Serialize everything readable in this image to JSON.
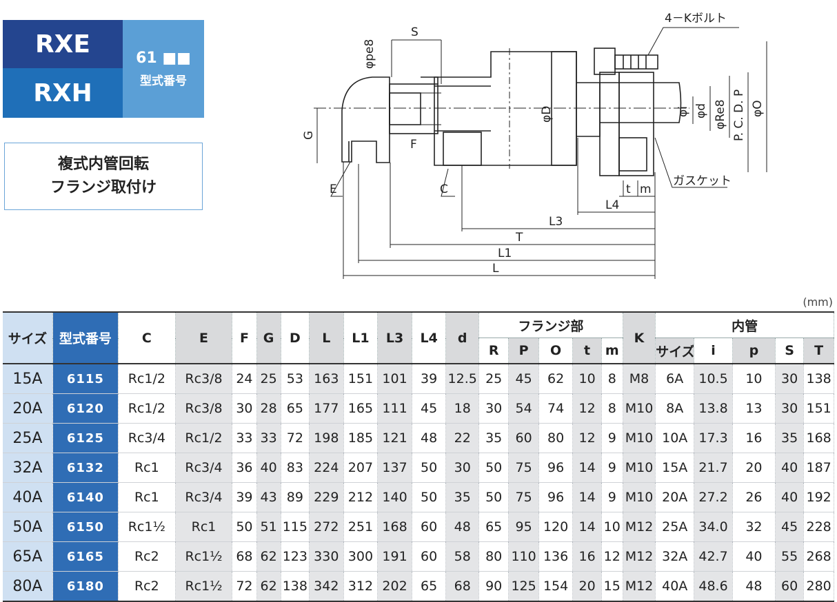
{
  "header": {
    "series_1": "RXE",
    "series_2": "RXH",
    "model_number": "61 ■■",
    "model_label": "型式番号",
    "desc_line1": "複式内管回転",
    "desc_line2": "フランジ取付け"
  },
  "drawing": {
    "bolt_label": "4－Kボルト",
    "gasket_label": "ガスケット",
    "dims": {
      "S": "S",
      "pe8": "φpe8",
      "phiD": "φD",
      "G": "G",
      "F": "F",
      "E": "E",
      "C": "C",
      "phi_i": "φi",
      "phi_d": "φd",
      "phi_Re8": "φRe8",
      "PCDP": "P. C. D. P",
      "phi_O": "φO",
      "t": "t",
      "m": "m",
      "L4": "L4",
      "L3": "L3",
      "T": "T",
      "L1": "L1",
      "L": "L"
    }
  },
  "units": "(mm)",
  "table": {
    "head1": {
      "size": "サイズ",
      "model": "型式番号",
      "C": "C",
      "E": "E",
      "F": "F",
      "G": "G",
      "D": "D",
      "L": "L",
      "L1": "L1",
      "L3": "L3",
      "L4": "L4",
      "d": "d",
      "flange": "フランジ部",
      "K": "K",
      "inner": "内管"
    },
    "head2": {
      "R": "R",
      "P": "P",
      "O": "O",
      "t": "t",
      "m": "m",
      "isize": "サイズ",
      "i": "i",
      "p": "p",
      "S": "S",
      "T": "T"
    },
    "rows": [
      [
        "15A",
        "6115",
        "Rc1/2",
        "Rc3/8",
        "24",
        "25",
        "53",
        "163",
        "151",
        "101",
        "39",
        "12.5",
        "25",
        "45",
        "62",
        "10",
        "8",
        "M8",
        "6A",
        "10.5",
        "10",
        "30",
        "138"
      ],
      [
        "20A",
        "6120",
        "Rc1/2",
        "Rc3/8",
        "30",
        "28",
        "65",
        "177",
        "165",
        "111",
        "45",
        "18",
        "30",
        "54",
        "74",
        "12",
        "8",
        "M10",
        "8A",
        "13.8",
        "13",
        "30",
        "151"
      ],
      [
        "25A",
        "6125",
        "Rc3/4",
        "Rc1/2",
        "33",
        "33",
        "72",
        "198",
        "185",
        "121",
        "48",
        "22",
        "35",
        "60",
        "80",
        "12",
        "9",
        "M10",
        "10A",
        "17.3",
        "16",
        "35",
        "168"
      ],
      [
        "32A",
        "6132",
        "Rc1",
        "Rc3/4",
        "36",
        "40",
        "83",
        "224",
        "207",
        "137",
        "50",
        "30",
        "50",
        "75",
        "96",
        "14",
        "9",
        "M10",
        "15A",
        "21.7",
        "20",
        "40",
        "187"
      ],
      [
        "40A",
        "6140",
        "Rc1",
        "Rc3/4",
        "39",
        "43",
        "89",
        "229",
        "212",
        "140",
        "50",
        "35",
        "50",
        "75",
        "96",
        "14",
        "9",
        "M10",
        "20A",
        "27.2",
        "26",
        "40",
        "192"
      ],
      [
        "50A",
        "6150",
        "Rc1½",
        "Rc1",
        "50",
        "51",
        "115",
        "272",
        "251",
        "168",
        "60",
        "48",
        "65",
        "95",
        "120",
        "14",
        "10",
        "M12",
        "25A",
        "34.0",
        "32",
        "45",
        "228"
      ],
      [
        "65A",
        "6165",
        "Rc2",
        "Rc1½",
        "68",
        "62",
        "123",
        "330",
        "300",
        "191",
        "60",
        "58",
        "80",
        "110",
        "136",
        "16",
        "12",
        "M12",
        "32A",
        "42.7",
        "40",
        "55",
        "268"
      ],
      [
        "80A",
        "6180",
        "Rc2",
        "Rc1½",
        "72",
        "62",
        "138",
        "342",
        "312",
        "202",
        "65",
        "68",
        "90",
        "125",
        "154",
        "20",
        "15",
        "M12",
        "40A",
        "48.6",
        "48",
        "60",
        "280"
      ]
    ]
  }
}
